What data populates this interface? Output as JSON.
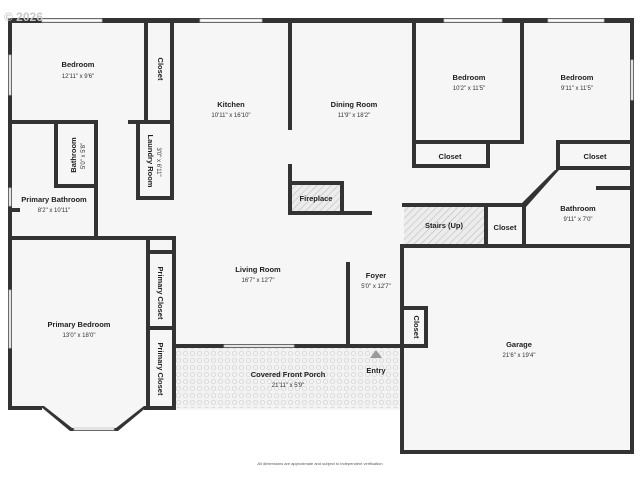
{
  "watermark": "© 2026",
  "footnote": "All dimensions are approximate and subject to independent verification",
  "rooms": {
    "bedroom_nw": {
      "name": "Bedroom",
      "dims": "12'11\" x 9'6\""
    },
    "closet_nw": {
      "name": "Closet"
    },
    "kitchen": {
      "name": "Kitchen",
      "dims": "10'11\" x 16'10\""
    },
    "dining_room": {
      "name": "Dining Room",
      "dims": "11'9\" x 18'2\""
    },
    "bedroom_mid": {
      "name": "Bedroom",
      "dims": "10'2\" x 11'5\""
    },
    "bedroom_ne": {
      "name": "Bedroom",
      "dims": "9'11\" x 11'5\""
    },
    "closet_mid": {
      "name": "Closet"
    },
    "closet_ne": {
      "name": "Closet"
    },
    "bathroom_small": {
      "name": "Bathroom",
      "dims": "5'0\" x 5'8\""
    },
    "laundry_room": {
      "name": "Laundry Room",
      "dims": "3'0\" x 6'11\""
    },
    "primary_bathroom": {
      "name": "Primary Bathroom",
      "dims": "8'2\" x 10'11\""
    },
    "fireplace": {
      "name": "Fireplace"
    },
    "stairs": {
      "name": "Stairs (Up)"
    },
    "closet_stairs": {
      "name": "Closet"
    },
    "bathroom_east": {
      "name": "Bathroom",
      "dims": "9'11\" x 7'0\""
    },
    "living_room": {
      "name": "Living Room",
      "dims": "16'7\" x 12'7\""
    },
    "foyer": {
      "name": "Foyer",
      "dims": "5'0\" x 12'7\""
    },
    "primary_closet_1": {
      "name": "Primary Closet"
    },
    "primary_closet_2": {
      "name": "Primary Closet"
    },
    "primary_bedroom": {
      "name": "Primary Bedroom",
      "dims": "13'0\" x 18'0\""
    },
    "closet_garage": {
      "name": "Closet"
    },
    "garage": {
      "name": "Garage",
      "dims": "21'6\" x 19'4\""
    },
    "covered_porch": {
      "name": "Covered Front Porch",
      "dims": "21'11\" x 5'9\""
    },
    "entry": {
      "name": "Entry"
    }
  }
}
